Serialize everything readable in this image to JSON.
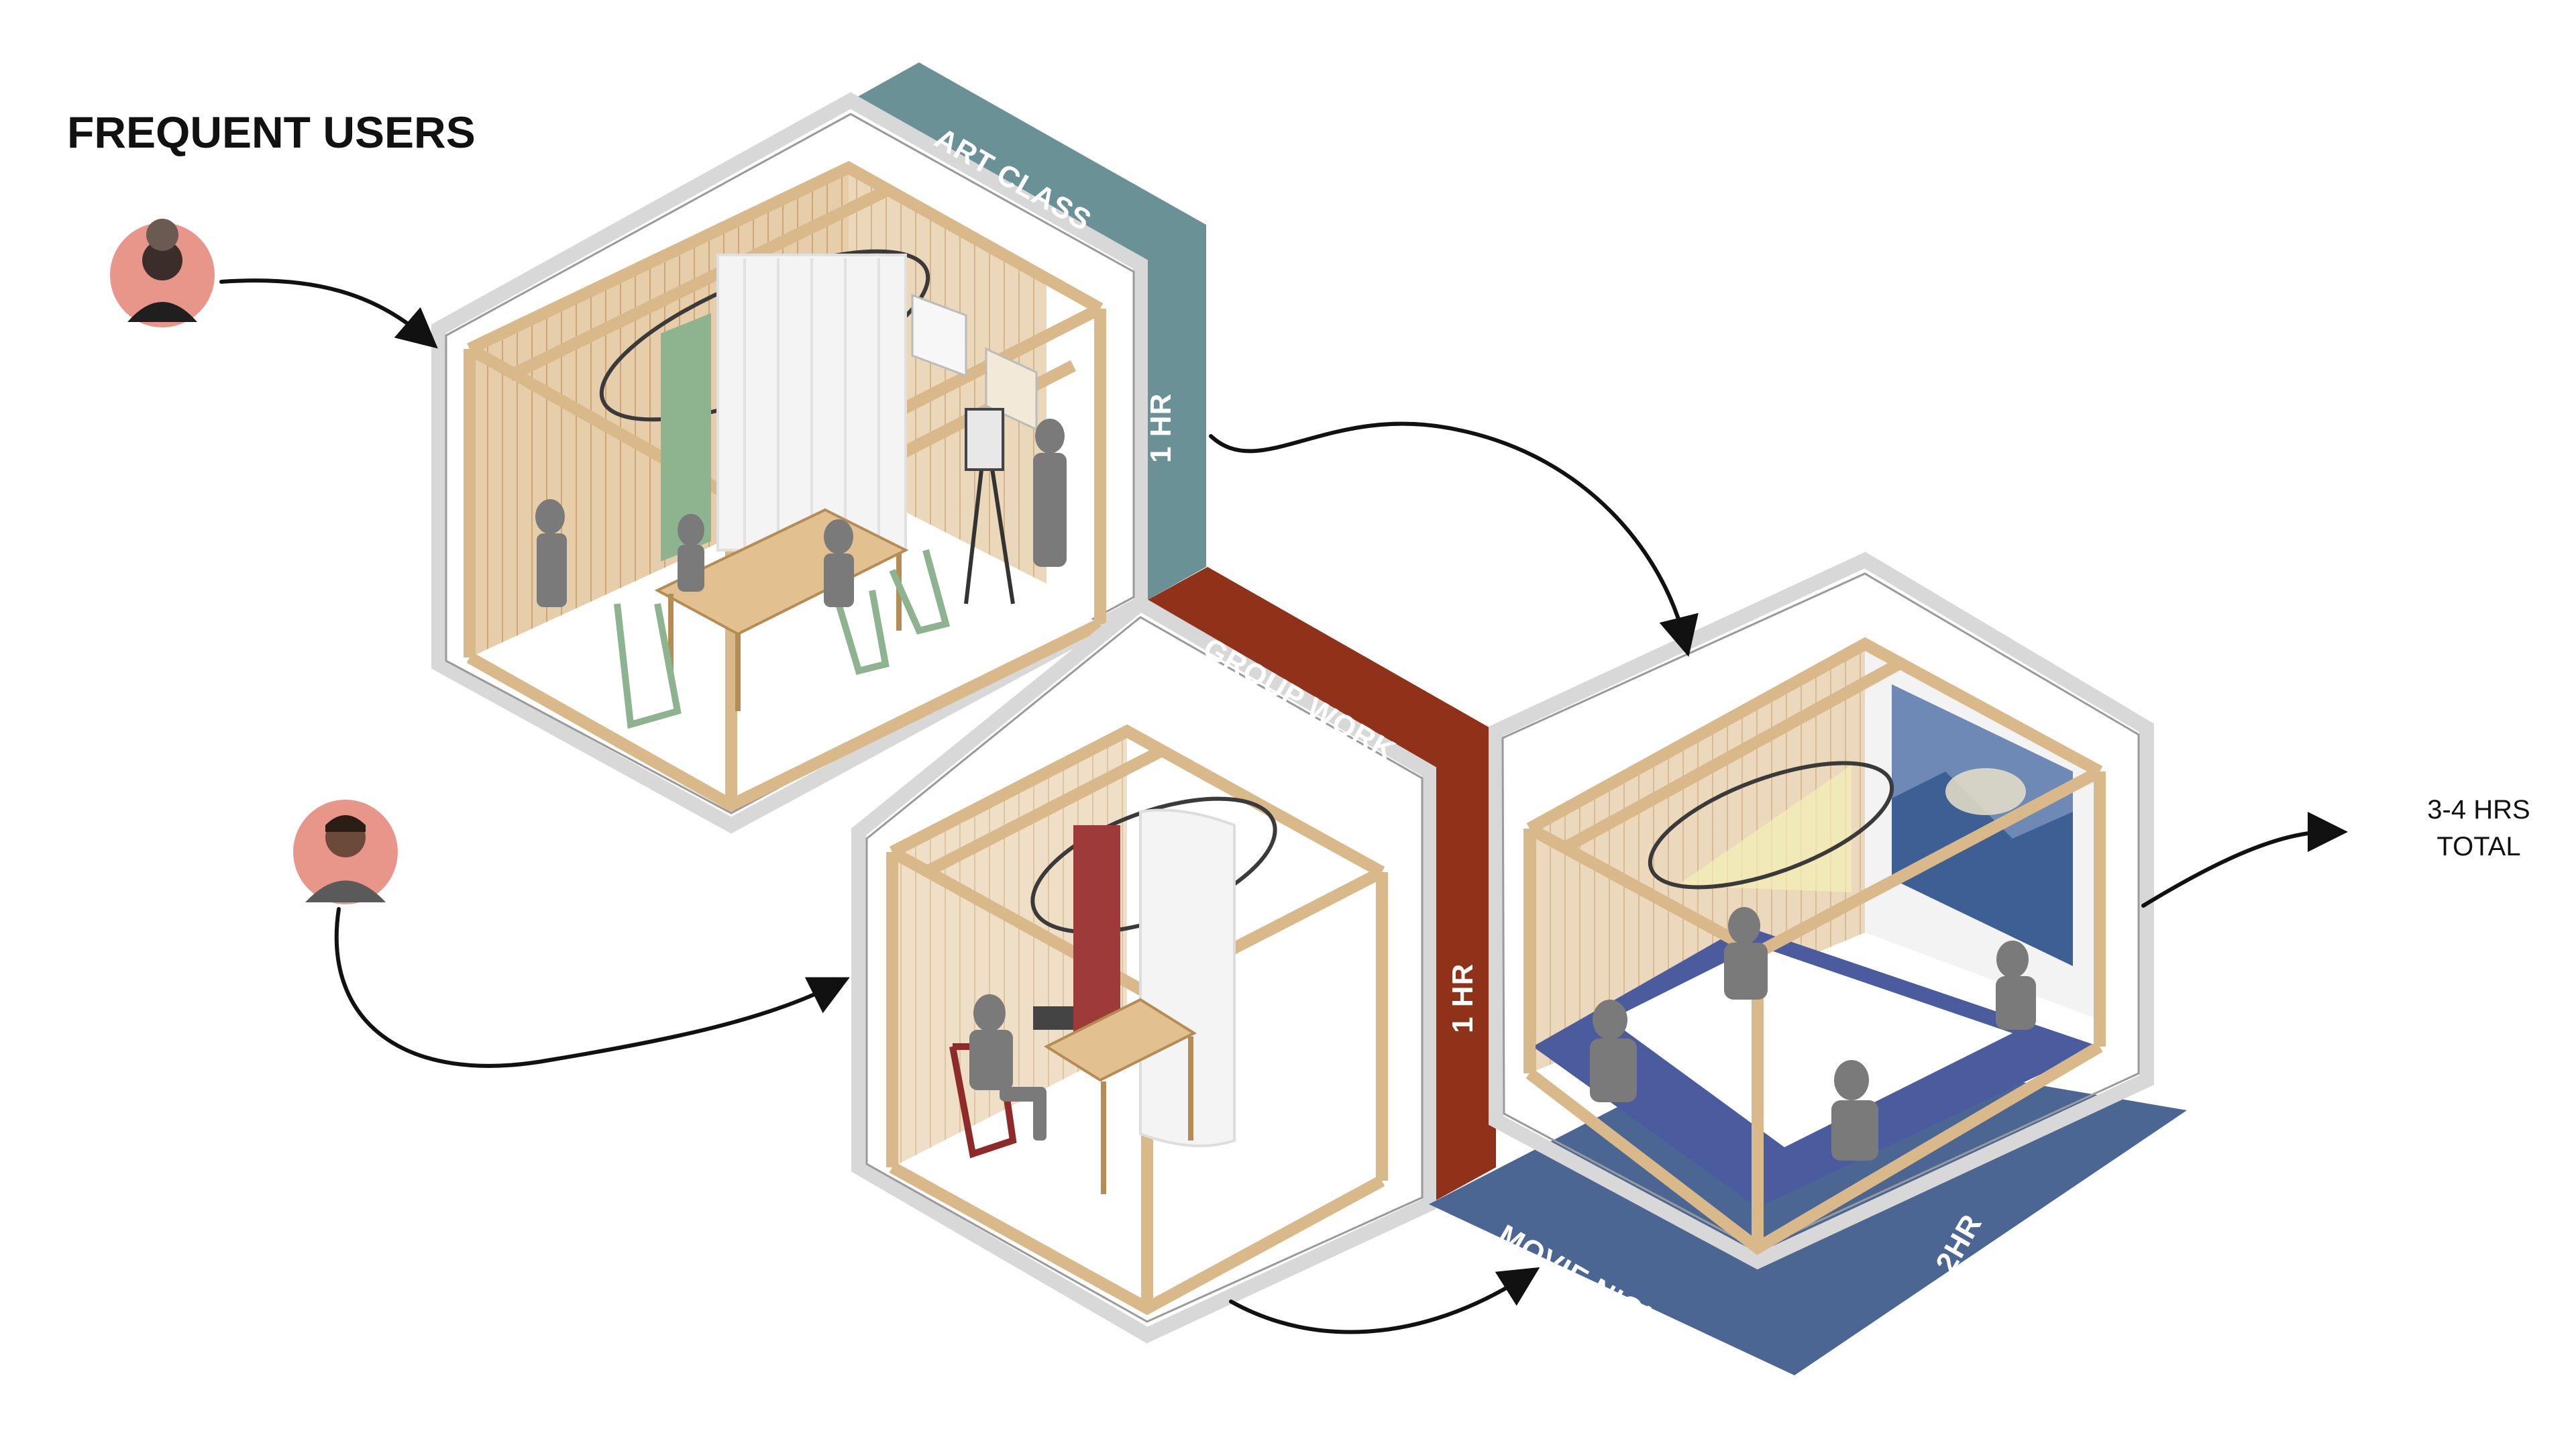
{
  "heading": "FREQUENT USERS",
  "rooms": [
    {
      "name": "ART CLASS",
      "duration": "1 HR",
      "band_color": "#6a9296",
      "curtain": "#f2f2f2",
      "door_color": "#8db38f"
    },
    {
      "name": "GROUP WORK",
      "duration": "1 HR",
      "band_color": "#8f3219",
      "curtain": "#f2f2f2",
      "door_color": "#9e3a3a"
    },
    {
      "name": "MOVIE NIGHT",
      "duration": "2HR",
      "band_color": "#4b6692",
      "floor_color": "#4a5c9e"
    }
  ],
  "total": {
    "line1": "3-4 HRS",
    "line2": "TOTAL"
  },
  "users": [
    {
      "icon": "child-avatar-icon"
    },
    {
      "icon": "man-avatar-icon"
    }
  ],
  "colors": {
    "wood": "#d9b98a",
    "frame": "#d8d8d8",
    "avatar_bg": "#e8958a"
  }
}
